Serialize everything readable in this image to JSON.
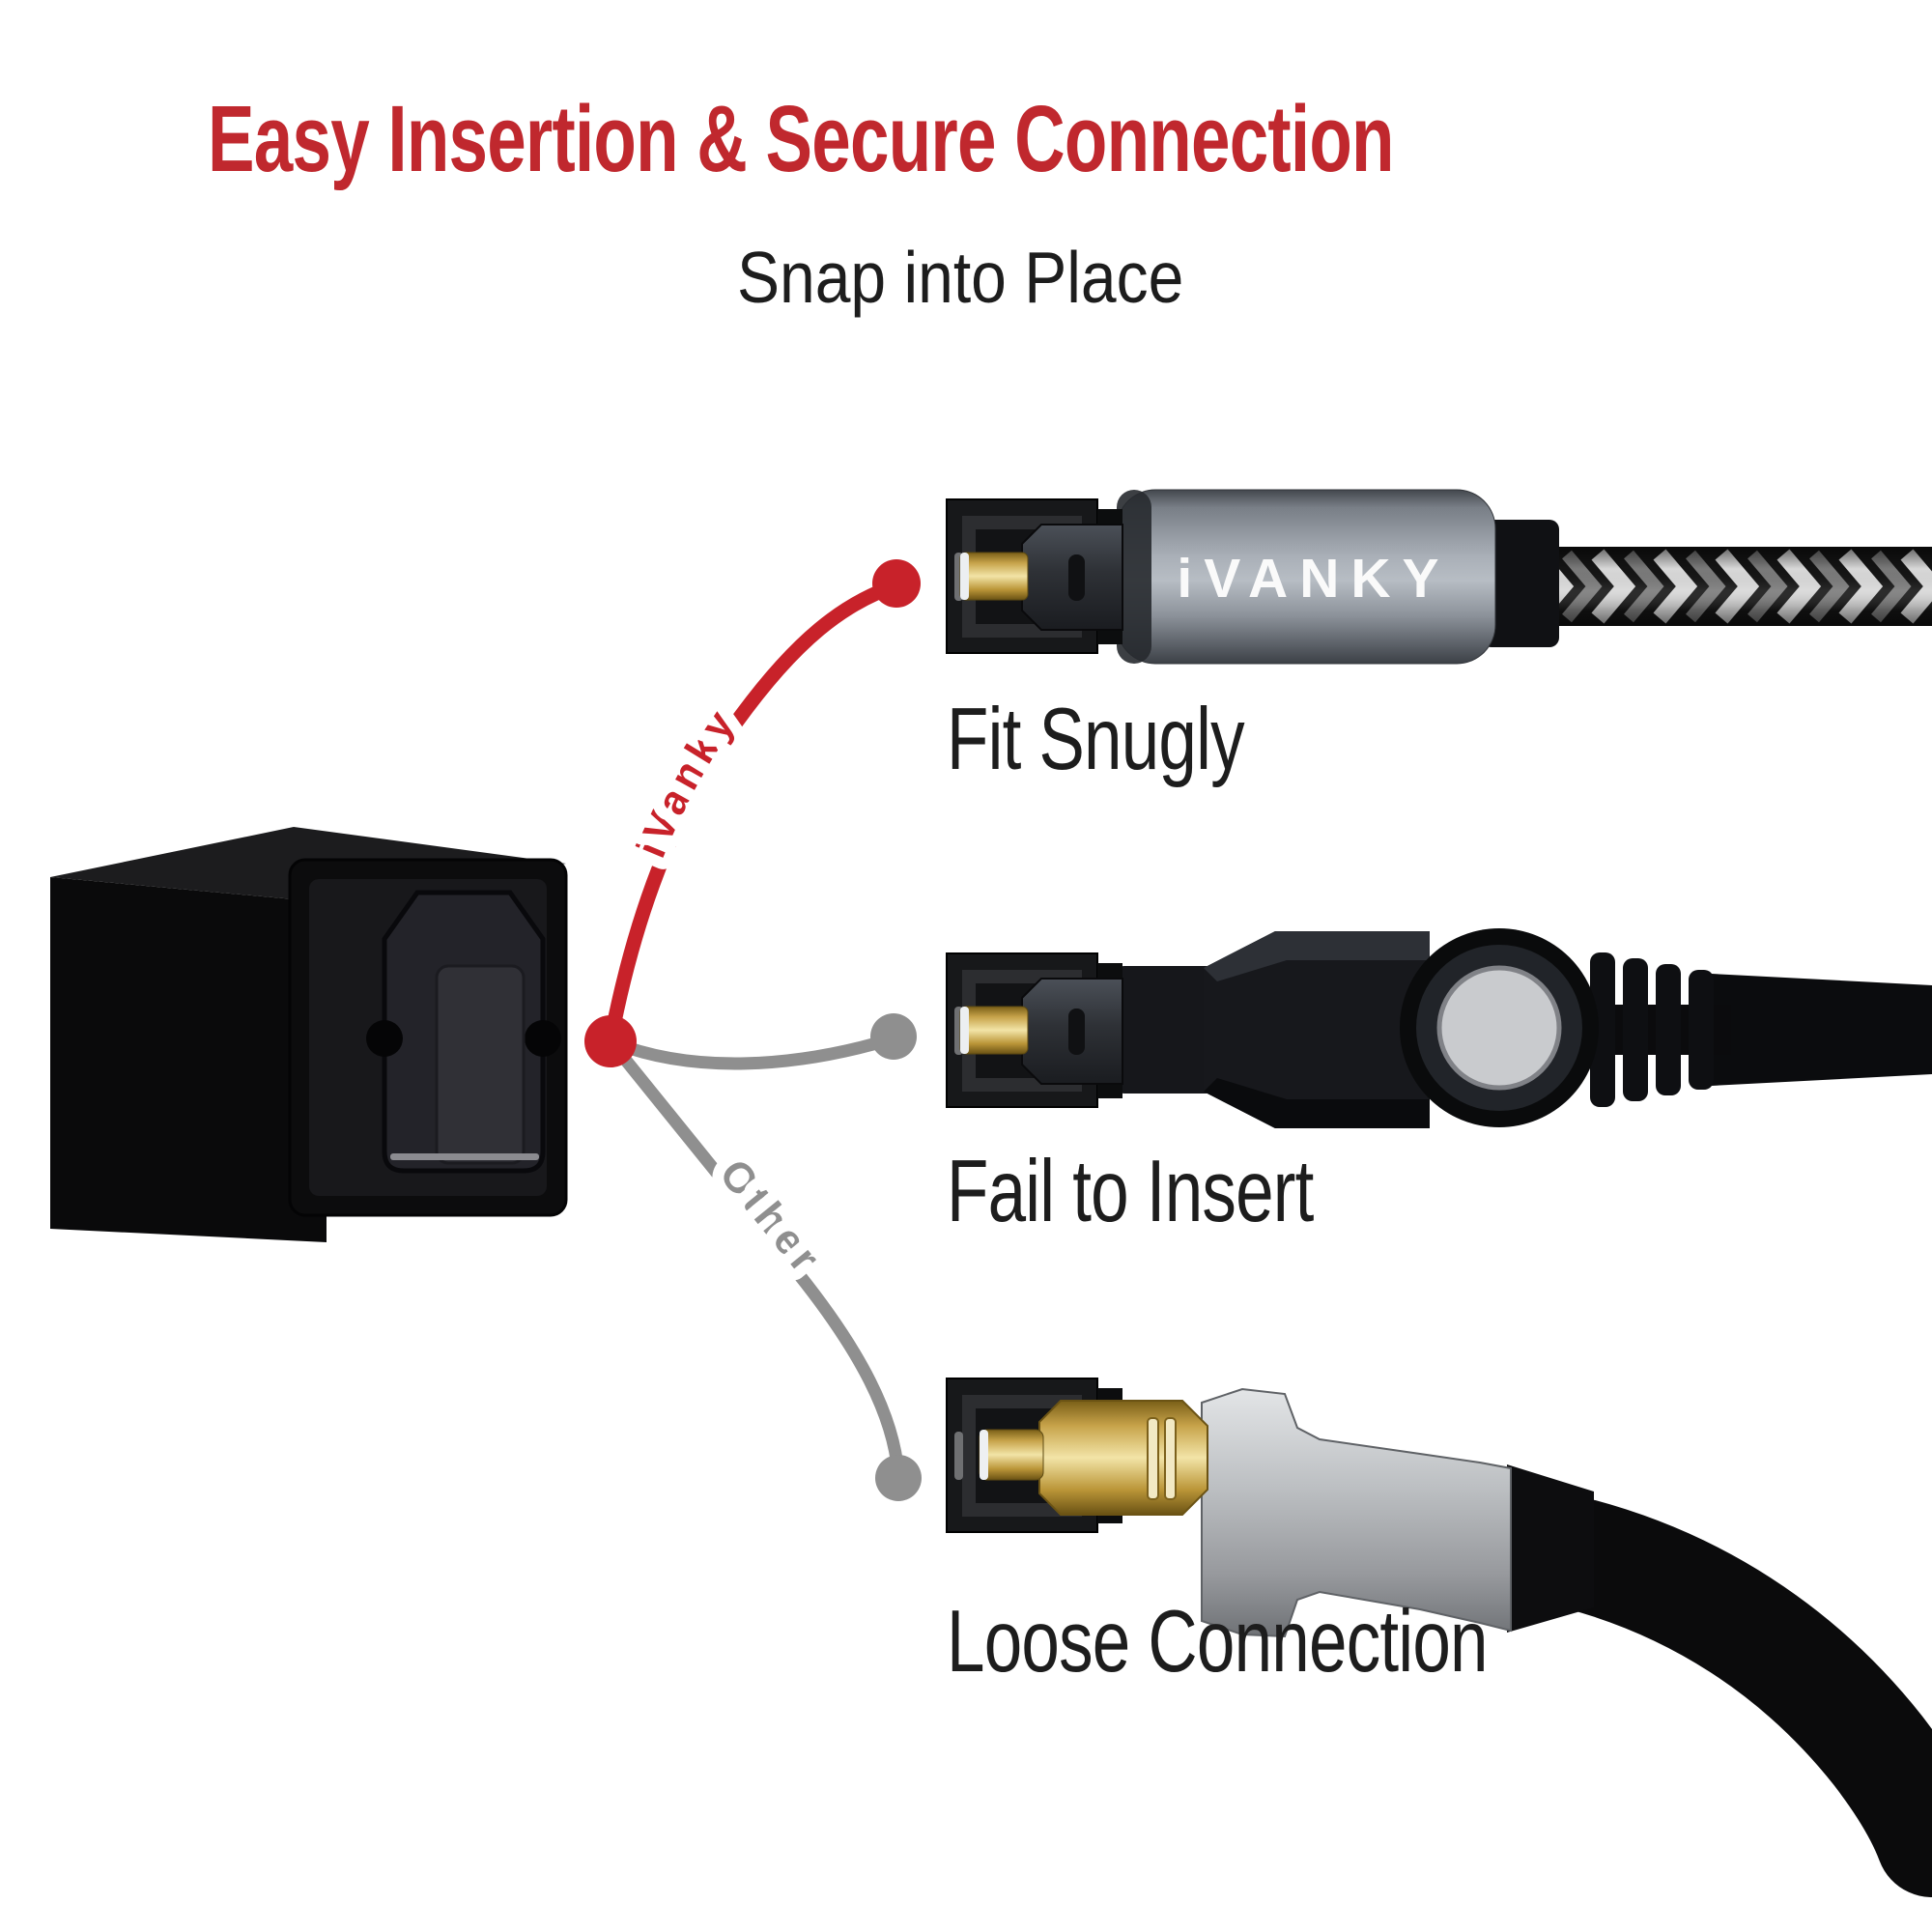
{
  "header": {
    "title": "Easy Insertion & Secure Connection",
    "subtitle": "Snap into Place"
  },
  "brand": {
    "logo_text": "iVANKY"
  },
  "callouts": [
    {
      "id": "fit",
      "line_label": "iVanky",
      "result_label": "Fit Snugly",
      "line_color": "#c8222a",
      "endpoint": "ivanky-braided-connector"
    },
    {
      "id": "fail",
      "line_label": "",
      "result_label": "Fail to Insert",
      "line_color": "#8f8f8f",
      "endpoint": "round-barrel-connector"
    },
    {
      "id": "loose",
      "line_label": "Other",
      "result_label": "Loose Connection",
      "line_color": "#8f8f8f",
      "endpoint": "gold-tip-connector"
    }
  ],
  "colors": {
    "background": "#ffffff",
    "title_red": "#c0282e",
    "line_red": "#c8222a",
    "line_gray": "#8f8f8f",
    "label_text": "#1d1d1d",
    "gold": "#c7a34a",
    "metal_gray": "#a6acb4",
    "silver": "#babdc0",
    "braid_light": "#d8d8d8",
    "port_black": "#0c0c0d"
  }
}
